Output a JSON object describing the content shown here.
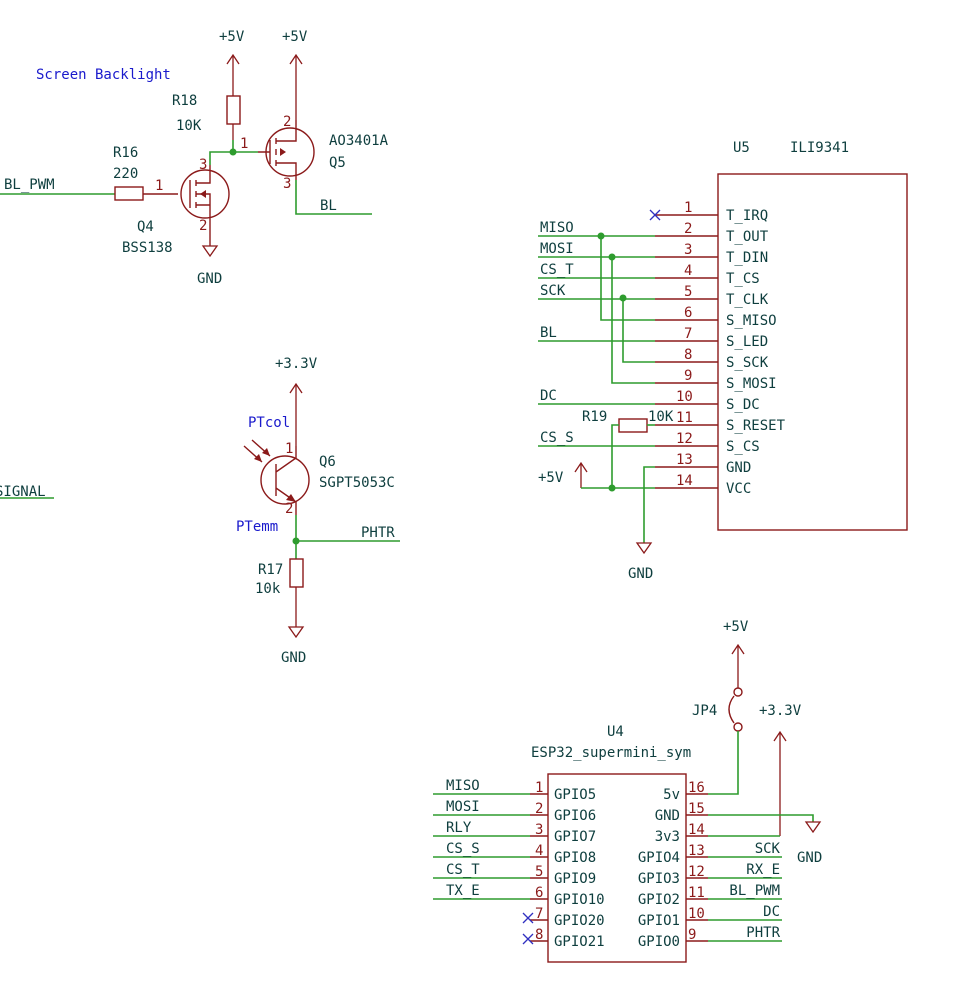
{
  "backlight": {
    "title": "Screen Backlight",
    "r16_ref": "R16",
    "r16_val": "220",
    "r16_pin": "1",
    "r18_ref": "R18",
    "r18_val": "10K",
    "q4_ref": "Q4",
    "q4_val": "BSS138",
    "q5_ref": "AO3401A",
    "q5_val": "Q5",
    "net_bl_pwm": "BL_PWM",
    "net_bl": "BL",
    "pwr_5v_a": "+5V",
    "pwr_5v_b": "+5V",
    "gnd": "GND",
    "pin1": "1",
    "pin2": "2",
    "pin3": "3"
  },
  "photo": {
    "pwr": "+3.3V",
    "ptcol": "PTcol",
    "ptemm": "PTemm",
    "q6_ref": "Q6",
    "q6_val": "SGPT5053C",
    "net_phtr": "PHTR",
    "r17_ref": "R17",
    "r17_val": "10k",
    "gnd": "GND",
    "pin1": "1",
    "pin2": "2",
    "net_signal": "SIGNAL"
  },
  "u5": {
    "ref": "U5",
    "value": "ILI9341",
    "pins": [
      {
        "num": "1",
        "name": "T_IRQ",
        "net": ""
      },
      {
        "num": "2",
        "name": "T_OUT",
        "net": "MISO"
      },
      {
        "num": "3",
        "name": "T_DIN",
        "net": "MOSI"
      },
      {
        "num": "4",
        "name": "T_CS",
        "net": "CS_T"
      },
      {
        "num": "5",
        "name": "T_CLK",
        "net": "SCK"
      },
      {
        "num": "6",
        "name": "S_MISO",
        "net": ""
      },
      {
        "num": "7",
        "name": "S_LED",
        "net": "BL"
      },
      {
        "num": "8",
        "name": "S_SCK",
        "net": ""
      },
      {
        "num": "9",
        "name": "S_MOSI",
        "net": ""
      },
      {
        "num": "10",
        "name": "S_DC",
        "net": "DC"
      },
      {
        "num": "11",
        "name": "S_RESET",
        "net": ""
      },
      {
        "num": "12",
        "name": "S_CS",
        "net": "CS_S"
      },
      {
        "num": "13",
        "name": "GND",
        "net": ""
      },
      {
        "num": "14",
        "name": "VCC",
        "net": ""
      }
    ],
    "r19_ref": "R19",
    "r19_val": "10K",
    "pwr": "+5V",
    "gnd": "GND"
  },
  "u4": {
    "ref": "U4",
    "value": "ESP32_supermini_sym",
    "left_pins": [
      {
        "num": "1",
        "name": "GPIO5",
        "net": "MISO"
      },
      {
        "num": "2",
        "name": "GPIO6",
        "net": "MOSI"
      },
      {
        "num": "3",
        "name": "GPIO7",
        "net": "RLY"
      },
      {
        "num": "4",
        "name": "GPIO8",
        "net": "CS_S"
      },
      {
        "num": "5",
        "name": "GPIO9",
        "net": "CS_T"
      },
      {
        "num": "6",
        "name": "GPIO10",
        "net": "TX_E"
      },
      {
        "num": "7",
        "name": "GPIO20",
        "net": ""
      },
      {
        "num": "8",
        "name": "GPIO21",
        "net": ""
      }
    ],
    "right_pins": [
      {
        "num": "16",
        "name": "5v",
        "net": ""
      },
      {
        "num": "15",
        "name": "GND",
        "net": ""
      },
      {
        "num": "14",
        "name": "3v3",
        "net": ""
      },
      {
        "num": "13",
        "name": "GPIO4",
        "net": "SCK"
      },
      {
        "num": "12",
        "name": "GPIO3",
        "net": "RX_E"
      },
      {
        "num": "11",
        "name": "GPIO2",
        "net": "BL_PWM"
      },
      {
        "num": "10",
        "name": "GPIO1",
        "net": "DC"
      },
      {
        "num": "9",
        "name": "GPIO0",
        "net": "PHTR"
      }
    ],
    "jp_ref": "JP4",
    "pwr_5v": "+5V",
    "pwr_33": "+3.3V",
    "gnd": "GND"
  },
  "colors": {
    "wire": "#2e9c2e",
    "symbol": "#8b1a1a",
    "text": "#0e3e3e",
    "note": "#1a1acc"
  }
}
